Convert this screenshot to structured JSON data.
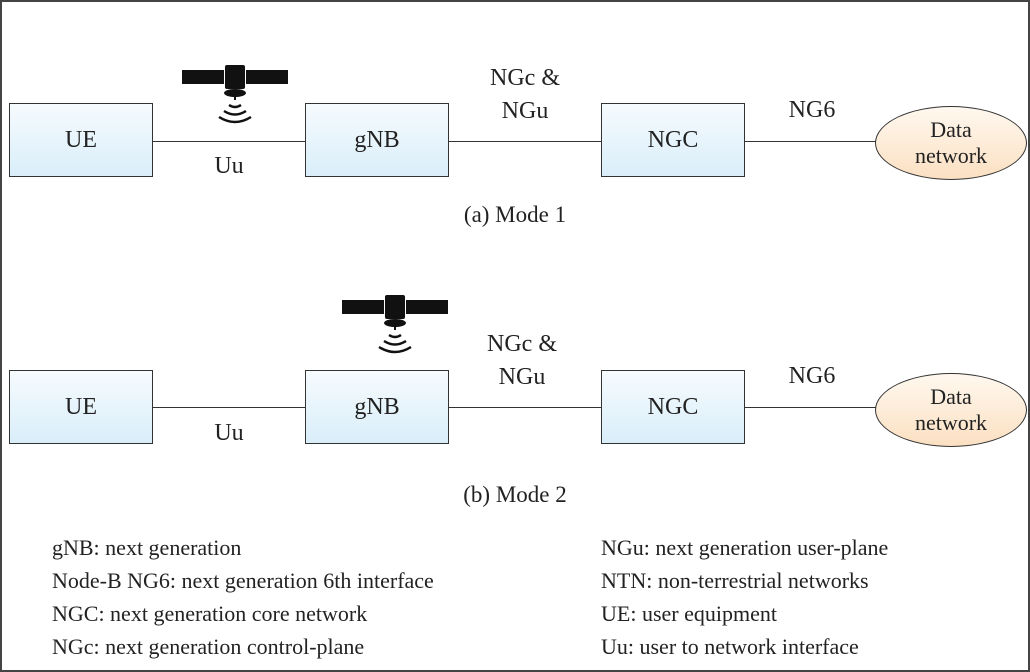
{
  "diagrams": [
    {
      "caption": "(a) Mode 1",
      "nodes": {
        "ue": "UE",
        "gnb": "gNB",
        "ngc": "NGC",
        "dn_line1": "Data",
        "dn_line2": "network"
      },
      "links": {
        "uu": "Uu",
        "ngc_ngu_line1": "NGc &",
        "ngc_ngu_line2": "NGu",
        "ng6": "NG6"
      },
      "satellite_position": "on Uu link between UE and gNB"
    },
    {
      "caption": "(b) Mode 2",
      "nodes": {
        "ue": "UE",
        "gnb": "gNB",
        "ngc": "NGC",
        "dn_line1": "Data",
        "dn_line2": "network"
      },
      "links": {
        "uu": "Uu",
        "ngc_ngu_line1": "NGc &",
        "ngc_ngu_line2": "NGu",
        "ng6": "NG6"
      },
      "satellite_position": "above gNB"
    }
  ],
  "legend": {
    "left": [
      "gNB: next generation",
      "Node-B NG6: next generation 6th interface",
      "NGC: next generation core network",
      "NGc: next generation control-plane"
    ],
    "right": [
      "NGu: next generation user-plane",
      "NTN: non-terrestrial networks",
      "UE: user equipment",
      "Uu: user to network interface"
    ]
  },
  "icons": {
    "satellite": "satellite-icon"
  },
  "colors": {
    "box_fill": "#dcf0fa",
    "ellipse_fill": "#fbe3c8",
    "stroke": "#333333"
  }
}
